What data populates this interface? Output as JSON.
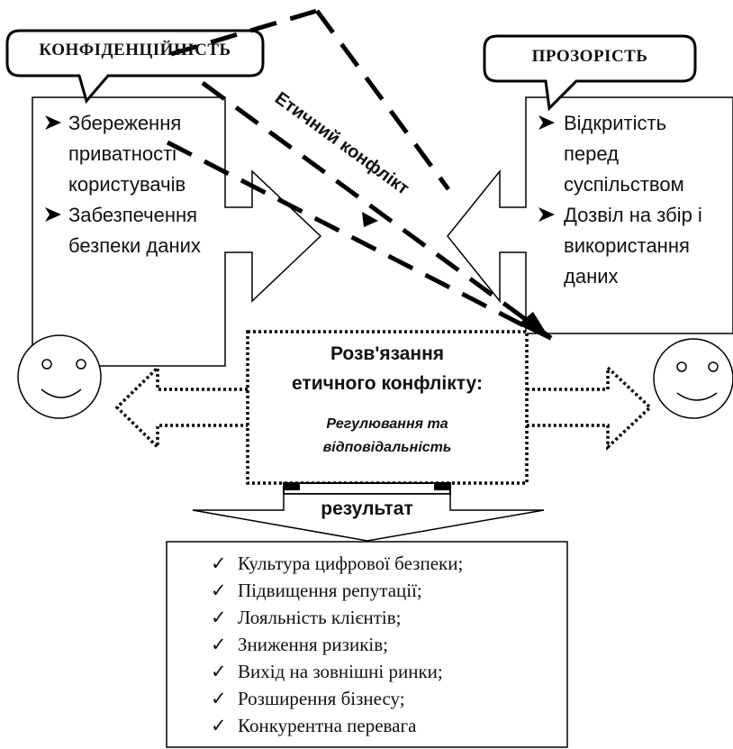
{
  "left_callout": {
    "title": "КОНФІДЕНЦІЙНІСТЬ"
  },
  "right_callout": {
    "title": "ПРОЗОРІСТЬ"
  },
  "left_items": [
    "Збереження приватності користувачів",
    "Забезпечення безпеки даних"
  ],
  "right_items": [
    "Відкритість перед суспільством",
    "Дозвіл на збір і використання даних"
  ],
  "conflict_label": "Етичний конфлікт",
  "resolution": {
    "title": "Розв'язання етичного конфлікту:",
    "subtitle": "Регулювання та відповідальність"
  },
  "result_label": "результат",
  "results": [
    "Культура цифрової безпеки;",
    "Підвищення репутації;",
    "Лояльність клієнтів;",
    "Зниження ризиків;",
    "Вихід на зовнішні ринки;",
    "Розширення бізнесу;",
    "Конкурентна перевага"
  ],
  "icons": {
    "bullet": "arrowhead-bullet-icon",
    "check": "checkmark-icon",
    "face": "smiley-face-icon"
  }
}
